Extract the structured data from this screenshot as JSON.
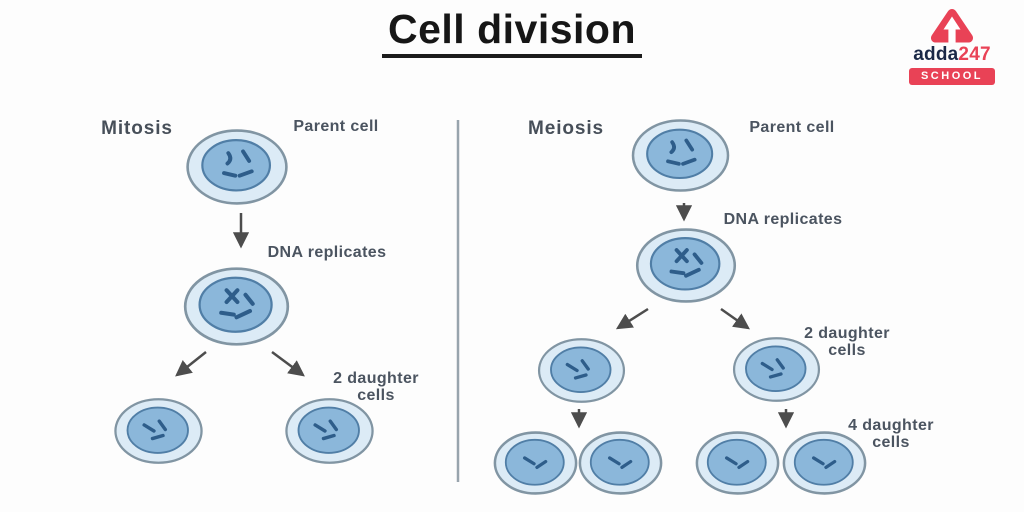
{
  "header": {
    "title": "Cell division"
  },
  "logo": {
    "icon": "adda247-triangle-logo",
    "brand_main": "adda",
    "brand_suffix": "247",
    "badge": "SCHOOL",
    "brand_red": "#e94256",
    "brand_navy": "#1b2947"
  },
  "mitosis": {
    "heading": "Mitosis",
    "parent_label": "Parent cell",
    "dna_label": "DNA replicates",
    "daughters_line1": "2 daughter",
    "daughters_line2": "cells"
  },
  "meiosis": {
    "heading": "Meiosis",
    "parent_label": "Parent cell",
    "dna_label": "DNA replicates",
    "two_daughters_line1": "2 daughter",
    "two_daughters_line2": "cells",
    "four_daughters_line1": "4 daughter",
    "four_daughters_line2": "cells"
  },
  "palette": {
    "cell_outer": "#dcebf6",
    "cell_ring": "#8195a3",
    "nucleus": "#8bb7da",
    "nucleus_ring": "#507ea6",
    "chromosome": "#2e5d8a",
    "arrow": "#4d4d4d",
    "divider": "#98a4ad"
  }
}
